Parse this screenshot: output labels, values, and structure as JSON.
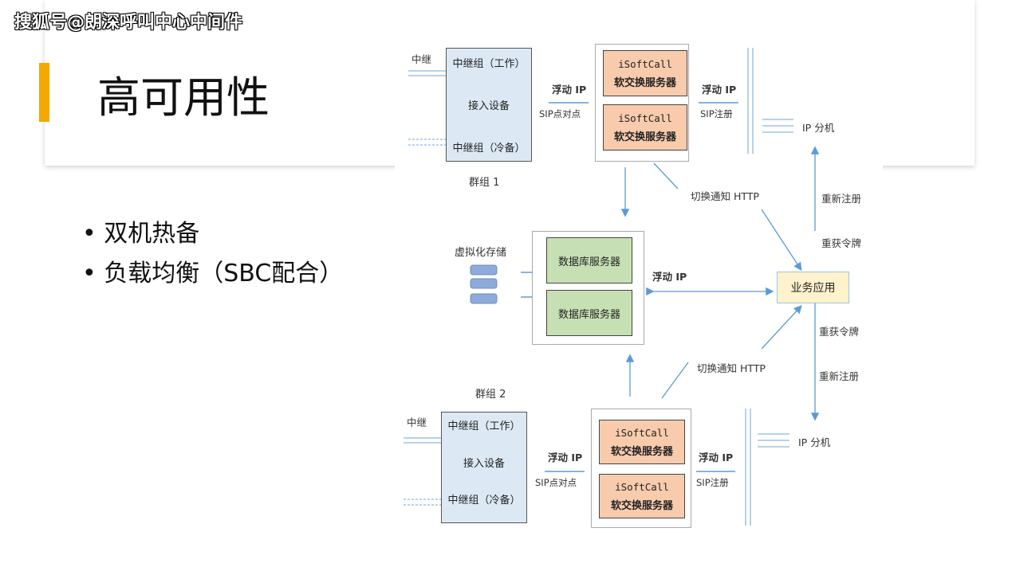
{
  "watermark": "搜狐号@朗深呼叫中心中间件",
  "slide": {
    "title": "高可用性",
    "bullets": [
      "双机热备",
      "负载均衡（SBC配合）"
    ],
    "accent_color": "#f5a800"
  },
  "diagram": {
    "group1": {
      "label": "群组 1",
      "trunk": "中继",
      "access_lines": [
        "中继组（工作）",
        "接入设备",
        "中继组（冷备）"
      ],
      "floating_ip_left": "浮动 IP",
      "sip_p2p": "SIP点对点",
      "softswitch": [
        {
          "name": "iSoftCall",
          "role": "软交换服务器"
        },
        {
          "name": "iSoftCall",
          "role": "软交换服务器"
        }
      ],
      "floating_ip_right": "浮动 IP",
      "sip_register": "SIP注册",
      "ip_phone": "IP 分机"
    },
    "group2": {
      "label": "群组 2",
      "trunk": "中继",
      "access_lines": [
        "中继组（工作）",
        "接入设备",
        "中继组（冷备）"
      ],
      "floating_ip_left": "浮动 IP",
      "sip_p2p": "SIP点对点",
      "softswitch": [
        {
          "name": "iSoftCall",
          "role": "软交换服务器"
        },
        {
          "name": "iSoftCall",
          "role": "软交换服务器"
        }
      ],
      "floating_ip_right": "浮动 IP",
      "sip_register": "SIP注册",
      "ip_phone": "IP 分机"
    },
    "storage": "虚拟化存储",
    "db_servers": [
      "数据库服务器",
      "数据库服务器"
    ],
    "db_floating_ip": "浮动 IP",
    "business_app": "业务应用",
    "switch_notify_top": "切换通知 HTTP",
    "switch_notify_bottom": "切换通知 HTTP",
    "top_right_labels": [
      "重新注册",
      "重获令牌"
    ],
    "bottom_right_labels": [
      "重获令牌",
      "重新注册"
    ]
  }
}
